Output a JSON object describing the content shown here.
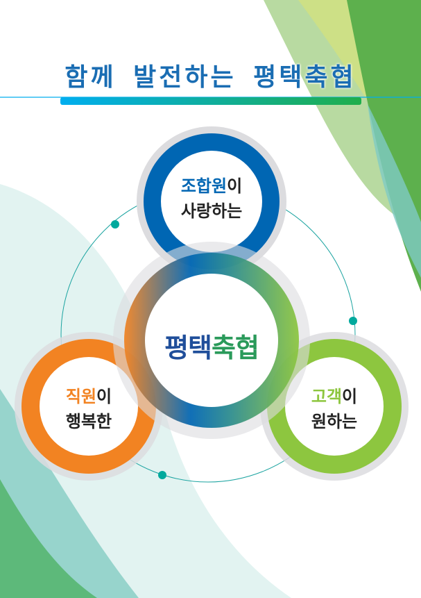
{
  "title": "함께 발전하는 평택축협",
  "center": {
    "part1": "평택",
    "part2": "축협"
  },
  "circles": [
    {
      "highlight": "조합원",
      "rest": "이",
      "line2": "사랑하는",
      "color": "#0066b3"
    },
    {
      "highlight": "직원",
      "rest": "이",
      "line2": "행복한",
      "color": "#f28322"
    },
    {
      "highlight": "고객",
      "rest": "이",
      "line2": "원하는",
      "color": "#8dc63f"
    }
  ],
  "colors": {
    "title": "#1a6db3",
    "teal": "#00a99d",
    "green": "#5aae48"
  }
}
